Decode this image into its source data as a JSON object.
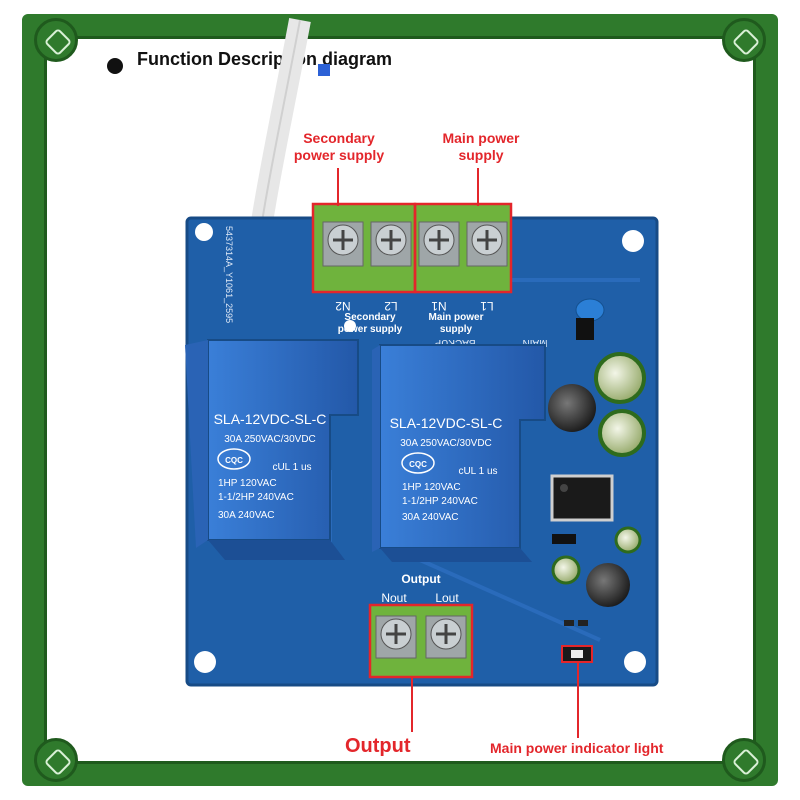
{
  "header": {
    "title": "Function Description diagram"
  },
  "callouts": {
    "secondary_power": [
      "Secondary",
      "power supply"
    ],
    "main_power": [
      "Main power",
      "supply"
    ],
    "output": "Output",
    "indicator": "Main power indicator light"
  },
  "board": {
    "terminals_top": [
      "N2",
      "L2",
      "N1",
      "L1"
    ],
    "silk_secondary": [
      "Secondary",
      "power supply"
    ],
    "silk_main": [
      "Main power",
      "supply"
    ],
    "silk_backup": "BACKUP",
    "silk_main_flipped": "MAIN",
    "silk_code": "5437314A_Y1061_2595",
    "silk_output": "Output",
    "terminals_bottom": [
      "Nout",
      "Lout"
    ],
    "relay": {
      "model": "SLA-12VDC-SL-C",
      "rating": "30A  250VAC/30VDC",
      "cqc": "CQC",
      "hp1": "1HP 120VAC",
      "hp2": "1-1/2HP 240VAC",
      "amp": "30A  240VAC"
    },
    "ul_mark": "cUL 1 us"
  },
  "colors": {
    "frame": "#2f7a2c",
    "pcb": "#1f5fa8",
    "relay": "#2d6ec9",
    "terminal": "#6fb33d",
    "callout": "#e3262b"
  }
}
